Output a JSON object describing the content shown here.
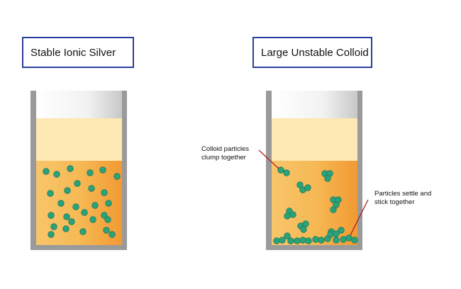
{
  "panels": {
    "left": {
      "title": "Stable Ionic Silver"
    },
    "right": {
      "title": "Large Unstable Colloid"
    }
  },
  "annotations": {
    "clump": {
      "line1": "Colloid particles",
      "line2": "clump together"
    },
    "settle": {
      "line1": "Particles settle and",
      "line2": "stick together"
    }
  },
  "colors": {
    "container_wall": "#9a9a9a",
    "liquid_top": "#fde9b8",
    "liquid_bottom": "#f3a53d",
    "particle_fill": "#2aa37a",
    "particle_stroke": "#1f7a5a",
    "annotation_line": "#b31f1f",
    "title_border": "#2b3f9c"
  }
}
